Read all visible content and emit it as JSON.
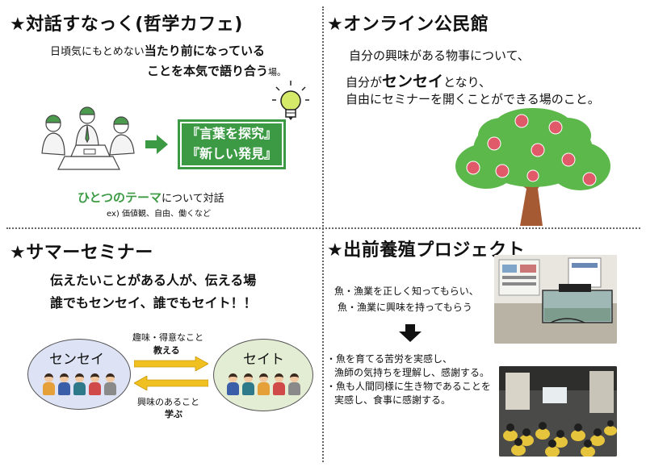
{
  "q1": {
    "title": "★対話すなっく(哲学カフェ)",
    "line1_pre": "日頃気にもとめない",
    "line1_bold": "当たり前になっている",
    "line2_bold": "ことを本気で語り合う",
    "line2_post": "場。",
    "box_line1": "『言葉を探究』",
    "box_line2": "『新しい発見』",
    "theme_green": "ひとつのテーマ",
    "theme_rest": "について対話",
    "example": "ex) 価値観、自由、働くなど"
  },
  "q2": {
    "title": "★オンライン公民館",
    "line1": "自分の興味がある物事について、",
    "line2_pre": "自分が",
    "line2_bold": "センセイ",
    "line2_post": "となり、",
    "line3": "自由にセミナーを開くことができる場のこと。"
  },
  "q3": {
    "title": "★サマーセミナー",
    "line1": "伝えたいことがある人が、伝える場",
    "line2": "誰でもセンセイ、誰でもセイト！！",
    "circle_left": "センセイ",
    "circle_right": "セイト",
    "top_label": "趣味・得意なこと",
    "top_action": "教える",
    "bottom_label": "興味のあること",
    "bottom_action": "学ぶ"
  },
  "q4": {
    "title": "★出前養殖プロジェクト",
    "text1_line1": "魚・漁業を正しく知ってもらい、",
    "text1_line2": "魚・漁業に興味を持ってもらう",
    "bullet1_line1": "・魚を育てる苦労を実感し、",
    "bullet1_line2": "漁師の気持ちを理解し、感謝する。",
    "bullet2_line1": "・魚も人間同様に生き物であることを",
    "bullet2_line2": "実感し、食事に感謝する。"
  },
  "colors": {
    "accent_green": "#3c9a44",
    "arrow_yellow": "#f0c020",
    "sensei_circle": "#dde2f4",
    "seito_circle": "#e3edd3"
  }
}
